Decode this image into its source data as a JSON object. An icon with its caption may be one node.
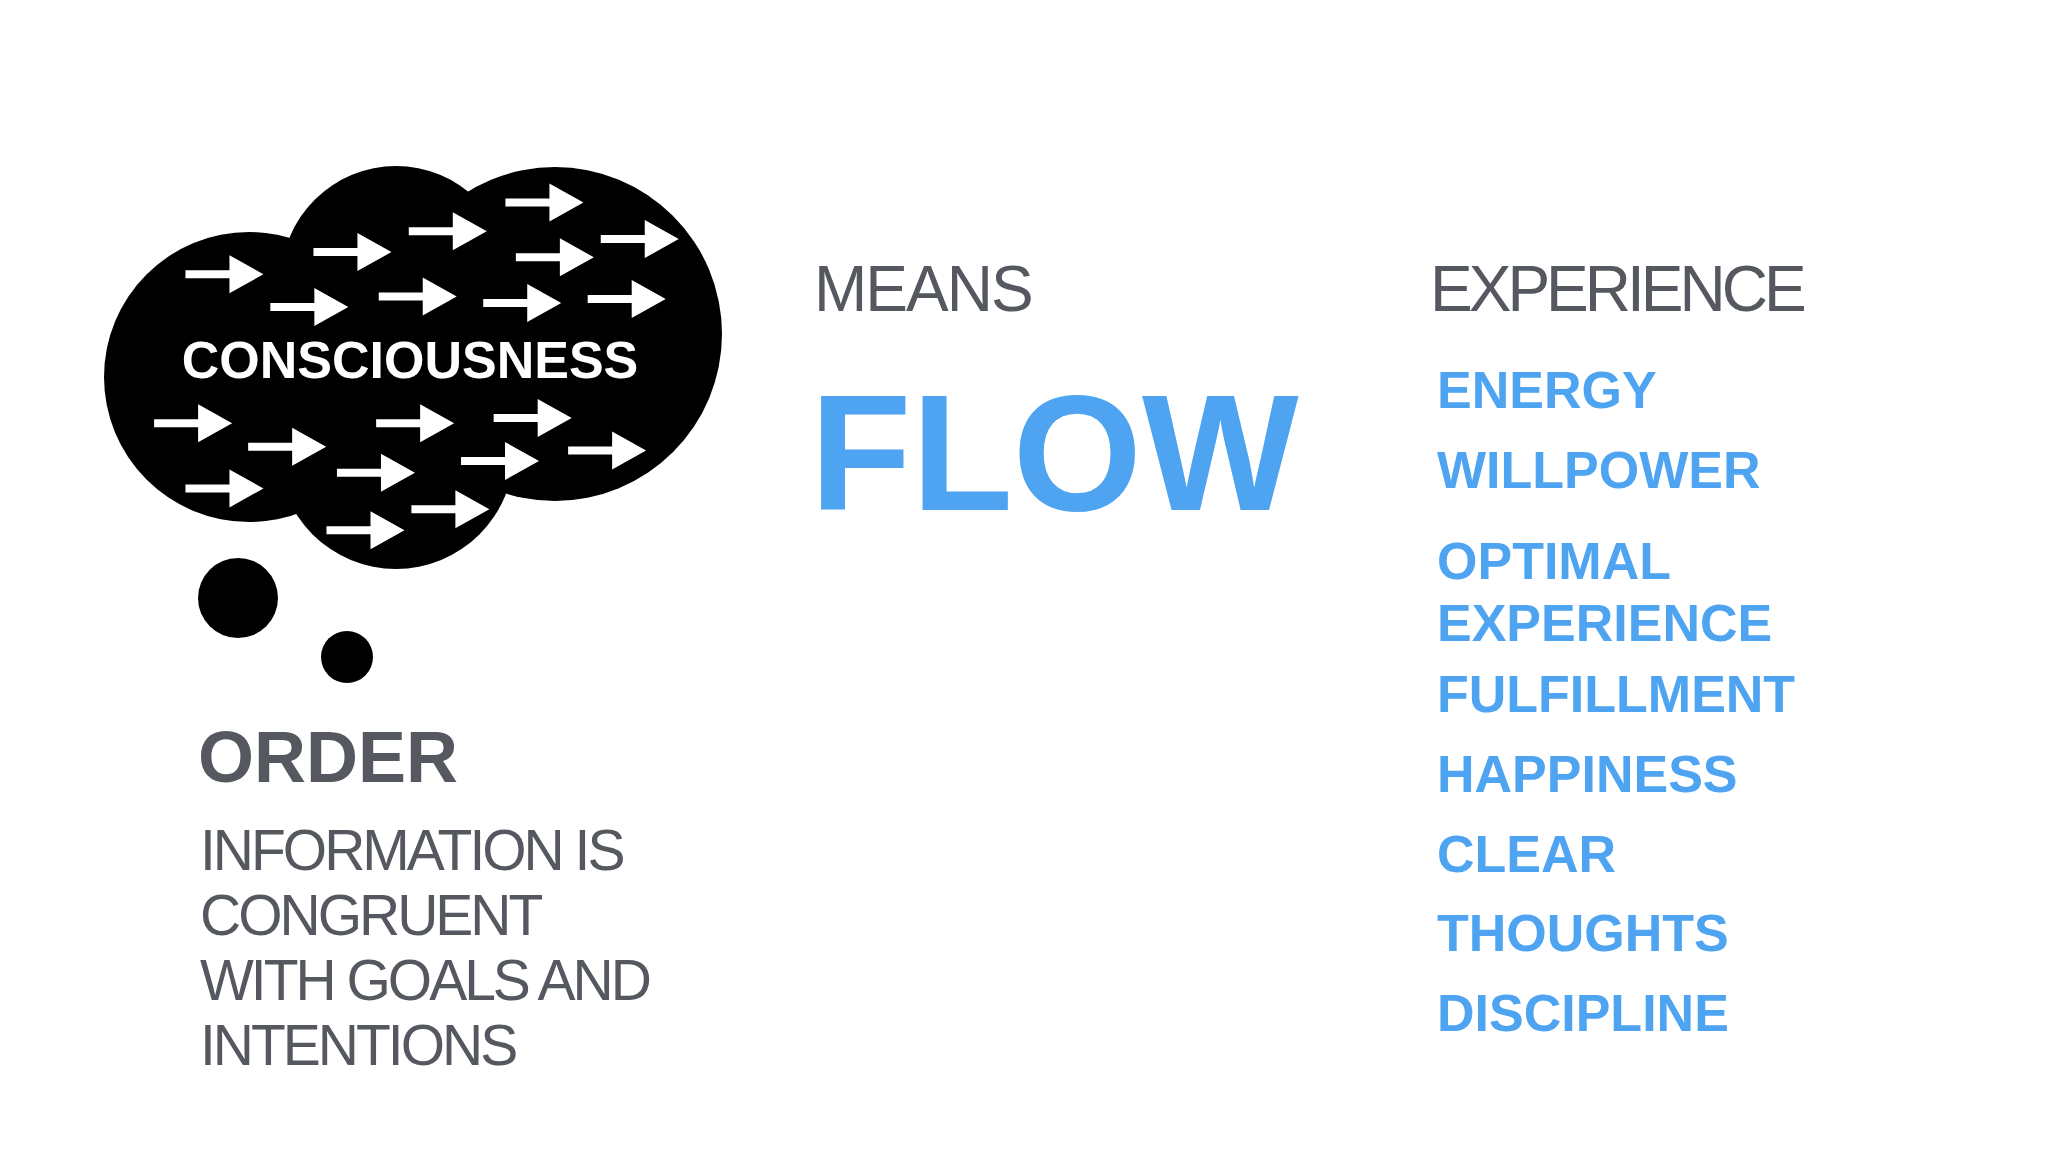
{
  "diagram": {
    "nodes": [
      {
        "text": [
          "CONSCIOUSNESS"
        ]
      }
    ],
    "edges": [],
    "labels": [
      "MEANS",
      "EXPERIENCE",
      "FLOW",
      "ENERGY",
      "WILLPOWER",
      "OPTIMAL EXPERIENCE",
      "FULFILLMENT",
      "HAPPINESS",
      "CLEAR",
      "THOUGHTS",
      "DISCIPLINE",
      "ORDER",
      "INFORMATION IS CONGRUENT WITH GOALS AND INTENTIONS"
    ]
  }
}
